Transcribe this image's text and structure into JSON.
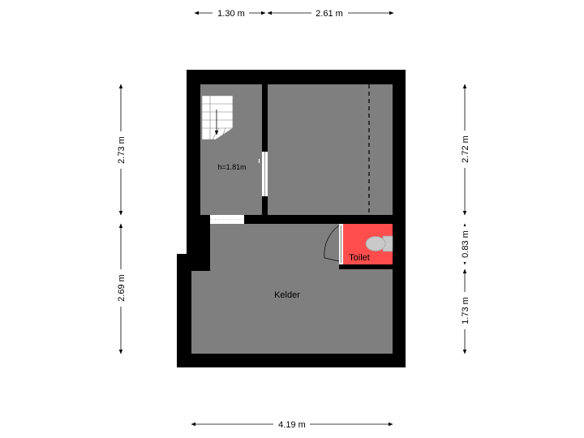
{
  "dimensions": {
    "top_left": "1.30 m",
    "top_right": "2.61 m",
    "left_upper": "2.73 m",
    "left_lower": "2.69 m",
    "right_upper": "2.72 m",
    "right_middle": "0.83 m",
    "right_lower": "1.73 m",
    "bottom": "4.19 m"
  },
  "rooms": {
    "stair_room_height": "h=1.81m",
    "main_room": "Kelder",
    "toilet": "Toilet"
  },
  "colors": {
    "wall": "#000000",
    "floor": "#7f7f7f",
    "toilet_floor": "#ff4d4d",
    "fixture": "#c8c8c8"
  }
}
